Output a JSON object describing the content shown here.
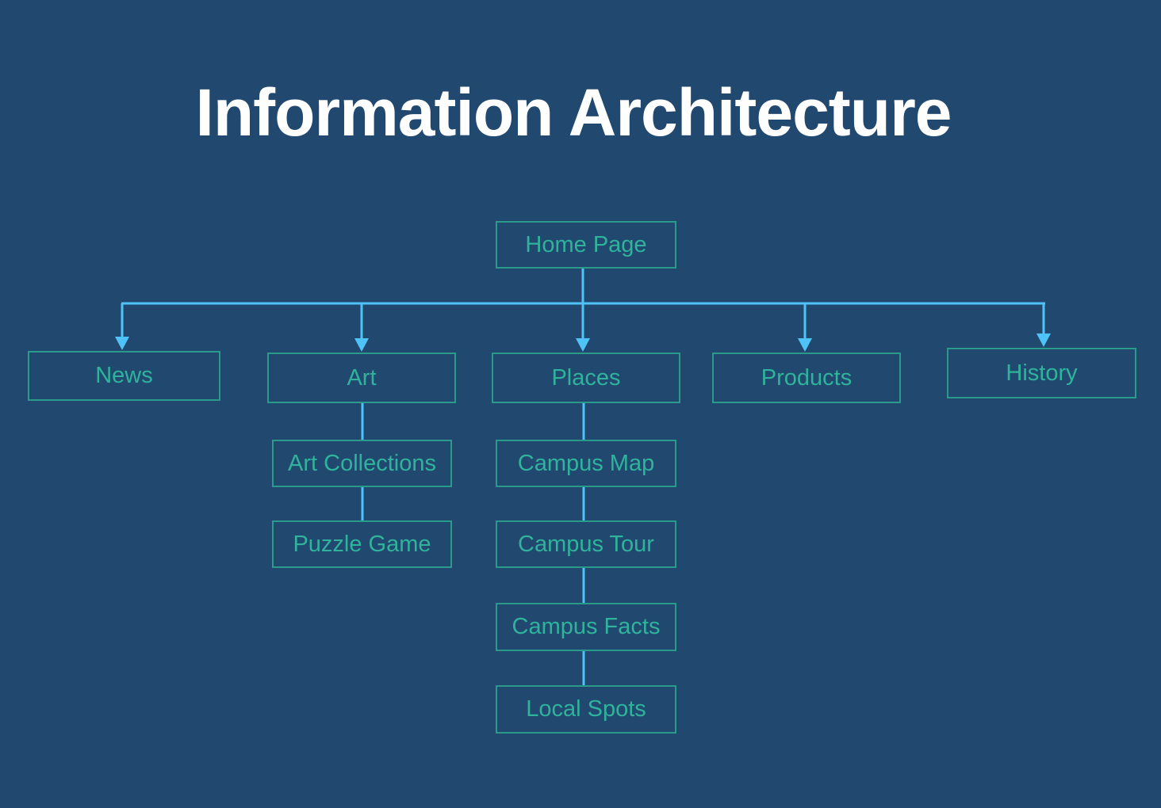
{
  "slide": {
    "title": "Information Architecture"
  },
  "colors": {
    "background": "#21486f",
    "title": "#ffffff",
    "node_border": "#2a9b8a",
    "node_text": "#2fb39c",
    "connector": "#4fc3f7"
  },
  "diagram": {
    "root": {
      "label": "Home Page"
    },
    "sections": [
      {
        "label": "News",
        "children": []
      },
      {
        "label": "Art",
        "children": [
          {
            "label": "Art Collections"
          },
          {
            "label": "Puzzle Game"
          }
        ]
      },
      {
        "label": "Places",
        "children": [
          {
            "label": "Campus Map"
          },
          {
            "label": "Campus Tour"
          },
          {
            "label": "Campus Facts"
          },
          {
            "label": "Local Spots"
          }
        ]
      },
      {
        "label": "Products",
        "children": []
      },
      {
        "label": "History",
        "children": []
      }
    ]
  }
}
